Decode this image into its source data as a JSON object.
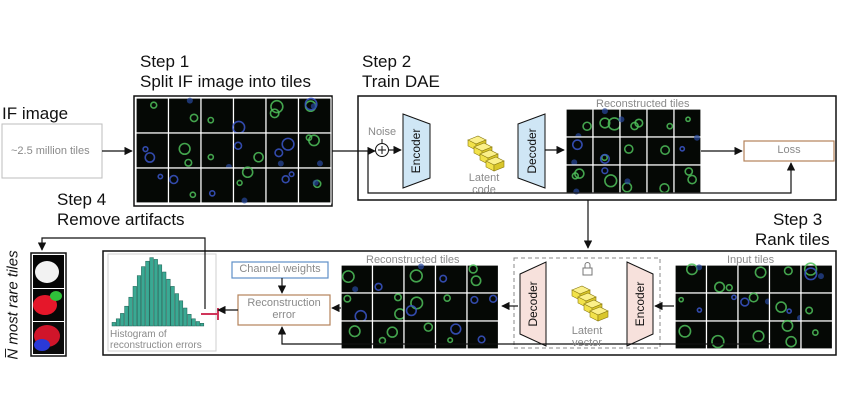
{
  "if_image": {
    "title": "IF image",
    "tiles_count": "~2.5 million tiles"
  },
  "step1": {
    "step": "Step 1",
    "title": "Split IF image into tiles"
  },
  "step2": {
    "step": "Step 2",
    "title": "Train DAE",
    "reconstructed_label": "Reconstructed tiles",
    "noise_label": "Noise",
    "encoder_label": "Encoder",
    "decoder_label": "Decoder",
    "latent_label_1": "Latent",
    "latent_label_2": "code",
    "loss_label": "Loss"
  },
  "step3": {
    "step": "Step 3",
    "title": "Rank tiles",
    "input_label": "Input tiles",
    "reconstructed_label": "Reconstructed tiles",
    "encoder_label": "Encoder",
    "decoder_label": "Decoder",
    "latent_label_1": "Latent",
    "latent_label_2": "vector",
    "channel_weights_label": "Channel weights",
    "recon_error_line1": "Reconstruction",
    "recon_error_line2": "error",
    "histogram_line1": "Histogram of",
    "histogram_line2": "reconstruction errors"
  },
  "step4": {
    "step": "Step 4",
    "title": "Remove artifacts",
    "side_label_symbol": "N̅",
    "side_label_text": "most rare tiles"
  },
  "colors": {
    "encoder_fill": "#cfe6f5",
    "decoder_fill": "#cfe6f5",
    "frozen_fill": "#f7e1dc",
    "latent_cube": "#f2e24a",
    "histogram_bar": "#3aa993",
    "loss_border": "#b5825a",
    "channel_border": "#5f8fc7",
    "threshold": "#d0355a"
  }
}
